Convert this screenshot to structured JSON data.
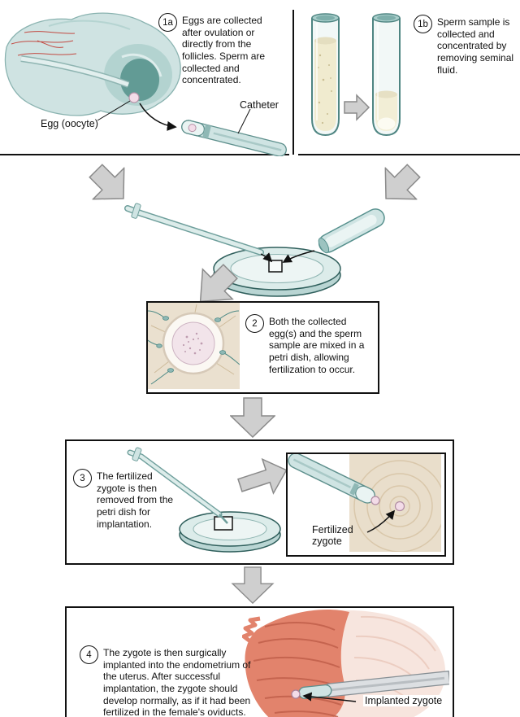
{
  "figure": {
    "type": "ivf-procedure-diagram"
  },
  "steps": {
    "s1a": {
      "badge": "1a",
      "text": "Eggs are collected after ovulation or directly from the follicles. Sperm are collected and concentrated."
    },
    "s1b": {
      "badge": "1b",
      "text": "Sperm sample is collected and concentrated by removing seminal fluid."
    },
    "s2": {
      "badge": "2",
      "text": "Both the collected egg(s) and the sperm sample are mixed in a petri dish, allowing fertilization to occur."
    },
    "s3": {
      "badge": "3",
      "text": "The fertilized zygote is then removed from the petri dish for implantation."
    },
    "s4": {
      "badge": "4",
      "text": "The zygote is then surgically implanted into the endometrium of the uterus. After successful implantation, the zygote should develop normally, as if it had been fertilized in the female's oviducts."
    }
  },
  "labels": {
    "egg": "Egg (oocyte)",
    "catheter": "Catheter",
    "fertilized_zygote": "Fertilized zygote",
    "implanted_zygote": "Implanted zygote"
  },
  "colors": {
    "teal_light": "#cfe4e3",
    "teal_mid": "#8fb8b5",
    "teal_dark": "#53908b",
    "arrow_gray": "#cfcfcf",
    "arrow_gray_border": "#8a8a8a",
    "beige": "#eae0cf",
    "liquid_yellow": "#f0ebcf",
    "zygote_pink": "#f3dce8",
    "uterus_red": "#e2836c",
    "uterus_light": "#f7e5de",
    "outline_black": "#111111"
  }
}
